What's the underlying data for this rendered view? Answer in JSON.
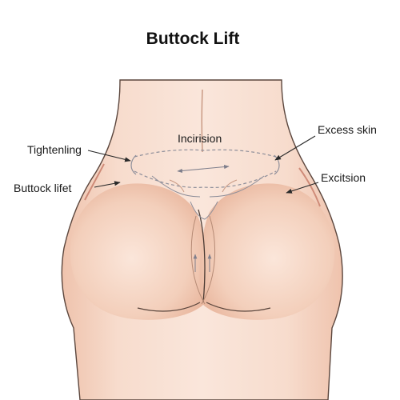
{
  "title": "Buttock Lift",
  "labels": {
    "tightening": "Tightenling",
    "buttock_lift": "Buttock lifet",
    "incision": "Incirision",
    "excess_skin": "Excess skin",
    "excision": "Excitsion"
  },
  "colors": {
    "skin": "#f4d3c0",
    "skin_light": "#f9e3d6",
    "outline": "#4a3a33",
    "dashed_line": "#8f8f9a",
    "arrow": "#2a2a2a"
  }
}
